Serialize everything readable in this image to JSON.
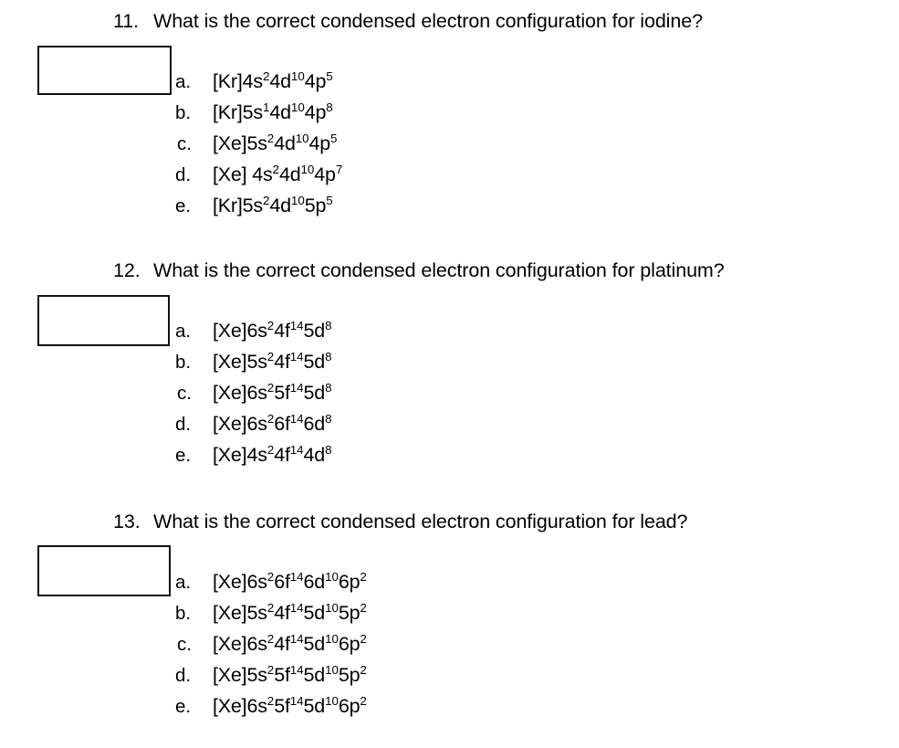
{
  "document": {
    "background_color": "#ffffff",
    "text_color": "#000000",
    "box_border_color": "#111111"
  },
  "questions": [
    {
      "number": "11.",
      "text": "What is the correct condensed electron configuration for iodine?",
      "options": [
        {
          "letter": "a.",
          "text": "[Kr]4s24d104p5",
          "html": "[Kr]4s<sup>2</sup>4d<sup>10</sup>4p<sup>5</sup>"
        },
        {
          "letter": "b.",
          "text": "[Kr]5s14d104p8",
          "html": "[Kr]5s<sup>1</sup>4d<sup>10</sup>4p<sup>8</sup>"
        },
        {
          "letter": "c.",
          "text": "[Xe]5s24d104p5",
          "html": "[Xe]5s<sup>2</sup>4d<sup>10</sup>4p<sup>5</sup>"
        },
        {
          "letter": "d.",
          "text": "[Xe] 4s24d104p7",
          "html": "[Xe] 4s<sup>2</sup>4d<sup>10</sup>4p<sup>7</sup>"
        },
        {
          "letter": "e.",
          "text": "[Kr]5s24d105p5",
          "html": "[Kr]5s<sup>2</sup>4d<sup>10</sup>5p<sup>5</sup>"
        }
      ]
    },
    {
      "number": "12.",
      "text": "What is the correct condensed electron configuration for platinum?",
      "options": [
        {
          "letter": "a.",
          "text": "[Xe]6s24f145d8",
          "html": "[Xe]6s<sup>2</sup>4f<sup>14</sup>5d<sup>8</sup>"
        },
        {
          "letter": "b.",
          "text": "[Xe]5s24f145d8",
          "html": "[Xe]5s<sup>2</sup>4f<sup>14</sup>5d<sup>8</sup>"
        },
        {
          "letter": "c.",
          "text": "[Xe]6s25f145d8",
          "html": "[Xe]6s<sup>2</sup>5f<sup>14</sup>5d<sup>8</sup>"
        },
        {
          "letter": "d.",
          "text": "[Xe]6s26f146d8",
          "html": "[Xe]6s<sup>2</sup>6f<sup>14</sup>6d<sup>8</sup>"
        },
        {
          "letter": "e.",
          "text": "[Xe]4s24f144d8",
          "html": "[Xe]4s<sup>2</sup>4f<sup>14</sup>4d<sup>8</sup>"
        }
      ]
    },
    {
      "number": "13.",
      "text": "What is the correct condensed electron configuration for lead?",
      "options": [
        {
          "letter": "a.",
          "text": "[Xe]6s26f146d106p2",
          "html": "[Xe]6s<sup>2</sup>6f<sup>14</sup>6d<sup>10</sup>6p<sup>2</sup>"
        },
        {
          "letter": "b.",
          "text": "[Xe]5s24f145d105p2",
          "html": "[Xe]5s<sup>2</sup>4f<sup>14</sup>5d<sup>10</sup>5p<sup>2</sup>"
        },
        {
          "letter": "c.",
          "text": "[Xe]6s24f145d106p2",
          "html": "[Xe]6s<sup>2</sup>4f<sup>14</sup>5d<sup>10</sup>6p<sup>2</sup>"
        },
        {
          "letter": "d.",
          "text": "[Xe]5s25f145d105p2",
          "html": "[Xe]5s<sup>2</sup>5f<sup>14</sup>5d<sup>10</sup>5p<sup>2</sup>"
        },
        {
          "letter": "e.",
          "text": "[Xe]6s25f145d106p2",
          "html": "[Xe]6s<sup>2</sup>5f<sup>14</sup>5d<sup>10</sup>6p<sup>2</sup>"
        }
      ]
    }
  ]
}
